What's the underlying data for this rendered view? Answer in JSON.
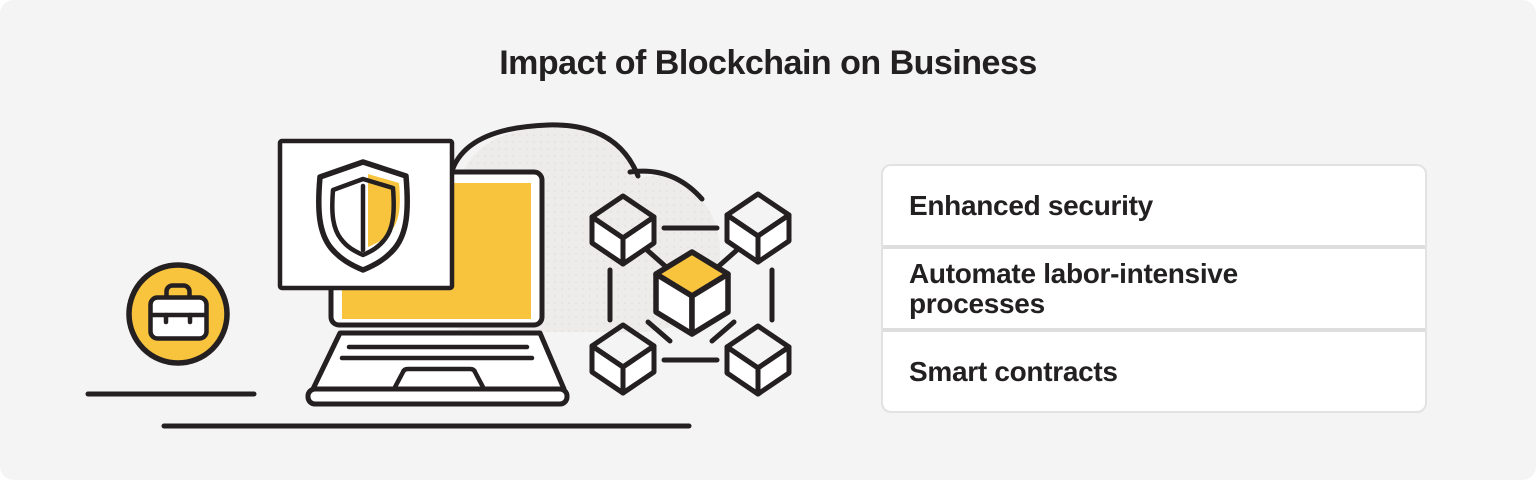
{
  "title": "Impact of Blockchain on Business",
  "benefits": {
    "items": [
      {
        "lines": [
          "Enhanced security"
        ]
      },
      {
        "lines": [
          "Automate labor-intensive",
          "processes"
        ]
      },
      {
        "lines": [
          "Smart contracts"
        ]
      }
    ]
  },
  "illustration": {
    "icons": [
      "briefcase-icon",
      "laptop-icon",
      "shield-icon",
      "cloud-icon",
      "blockchain-network-icon"
    ]
  },
  "theme": {
    "ink": "#241F21",
    "yellow": "#F8C43D",
    "bg": "#F5F4F4",
    "cloud": "#EDECEB",
    "panel-border": "#E3E2E2",
    "divider": "#DEDEDE",
    "text": "#232021"
  }
}
